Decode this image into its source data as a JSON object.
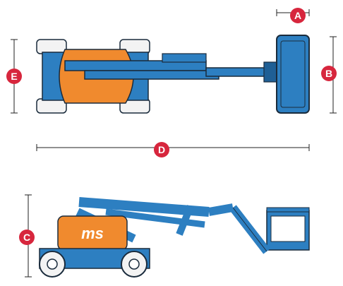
{
  "colors": {
    "boom_blue": "#2d7fc1",
    "boom_dark": "#1f5f95",
    "body_orange": "#f08a2e",
    "badge_red": "#d7263d",
    "tire_white": "#f3f3f3",
    "outline": "#1a2b3c"
  },
  "dimensions": {
    "a": "A",
    "b": "B",
    "c": "C",
    "d": "D",
    "e": "E"
  },
  "logo": {
    "text": "ms"
  }
}
